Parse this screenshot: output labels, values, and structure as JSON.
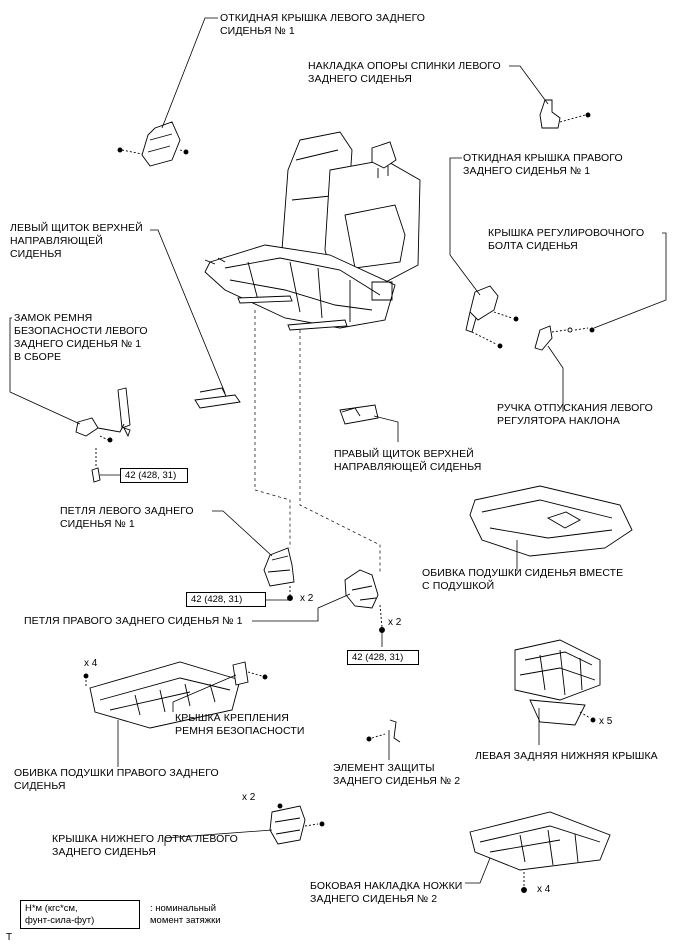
{
  "labels": {
    "left_fold_cover": "ОТКИДНАЯ КРЫШКА ЛЕВОГО ЗАДНЕГО\nСИДЕНЬЯ № 1",
    "left_back_support_pad": "НАКЛАДКА ОПОРЫ СПИНКИ ЛЕВОГО\nЗАДНЕГО СИДЕНЬЯ",
    "right_fold_cover": "ОТКИДНАЯ КРЫШКА ПРАВОГО\nЗАДНЕГО СИДЕНЬЯ № 1",
    "adjust_bolt_cover": "КРЫШКА РЕГУЛИРОВОЧНОГО\nБОЛТА СИДЕНЬЯ",
    "left_upper_rail_shield": "ЛЕВЫЙ ЩИТОК ВЕРХНЕЙ\nНАПРАВЛЯЮЩЕЙ\nСИДЕНЬЯ",
    "left_belt_buckle": "ЗАМОК РЕМНЯ\nБЕЗОПАСНОСТИ ЛЕВОГО\nЗАДНЕГО СИДЕНЬЯ № 1\nВ СБОРЕ",
    "recliner_release_handle": "РУЧКА ОТПУСКАНИЯ ЛЕВОГО\nРЕГУЛЯТОРА НАКЛОНА",
    "right_upper_rail_shield": "ПРАВЫЙ ЩИТОК ВЕРХНЕЙ\nНАПРАВЛЯЮЩЕЙ СИДЕНЬЯ",
    "left_hinge": "ПЕТЛЯ ЛЕВОГО ЗАДНЕГО\nСИДЕНЬЯ № 1",
    "cushion_cover": "ОБИВКА ПОДУШКИ СИДЕНЬЯ ВМЕСТЕ\nС ПОДУШКОЙ",
    "right_hinge": "ПЕТЛЯ ПРАВОГО ЗАДНЕГО СИДЕНЬЯ № 1",
    "belt_anchor_cover": "КРЫШКА КРЕПЛЕНИЯ\nРЕМНЯ БЕЗОПАСНОСТИ",
    "right_cushion_cover": "ОБИВКА ПОДУШКИ ПРАВОГО ЗАДНЕГО\nСИДЕНЬЯ",
    "seat_protector": "ЭЛЕМЕНТ ЗАЩИТЫ\nЗАДНЕГО СИДЕНЬЯ № 2",
    "left_rear_lower_cover": "ЛЕВАЯ ЗАДНЯЯ НИЖНЯЯ КРЫШКА",
    "lower_tray_cover": "КРЫШКА НИЖНЕГО ЛОТКА ЛЕВОГО\nЗАДНЕГО СИДЕНЬЯ",
    "leg_side_pad": "БОКОВАЯ НАКЛАДКА НОЖКИ\nЗАДНЕГО СИДЕНЬЯ № 2"
  },
  "torque": {
    "belt_bolt": "42 (428, 31)",
    "left_hinge": "42 (428, 31)",
    "right_hinge": "42 (428, 31)"
  },
  "quantities": {
    "left_hinge_bolts": "x 2",
    "right_hinge_bolts": "x 2",
    "right_cushion_screws": "x 4",
    "lower_cover_screws": "x 5",
    "tray_cover_bolts": "x 2",
    "leg_pad_screws": "x 4"
  },
  "legend": {
    "unit": "Н*м (кгс*см,\nфунт-сила-фут)",
    "description": ": номинальный\nмомент затяжки"
  },
  "corner_mark": "T"
}
